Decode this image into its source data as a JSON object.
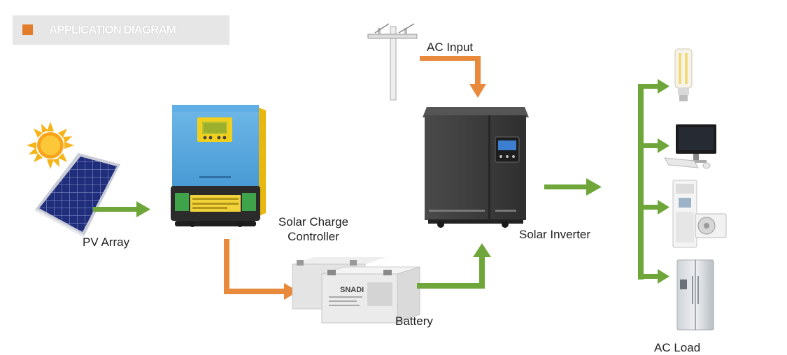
{
  "header": {
    "title": "APPLICATION DIAGRAM"
  },
  "labels": {
    "pv_array": "PV Array",
    "ac_input": "AC Input",
    "charge_controller_line1": "Solar Charge",
    "charge_controller_line2": "Controller",
    "solar_inverter": "Solar Inverter",
    "battery": "Battery",
    "ac_load": "AC Load"
  },
  "battery_brand": "SNADI",
  "colors": {
    "dc_arrow": "#6fa63a",
    "ac_arrow": "#e8893b",
    "header_square": "#e27c2a",
    "controller_blue": "#4a9fd8",
    "controller_yellow": "#f2cf1a",
    "inverter_body": "#3d3d3d"
  },
  "icons": [
    "sun-icon",
    "solar-panel-icon",
    "utility-pole-icon",
    "led-bulb-icon",
    "computer-icon",
    "air-conditioner-icon",
    "refrigerator-icon"
  ]
}
